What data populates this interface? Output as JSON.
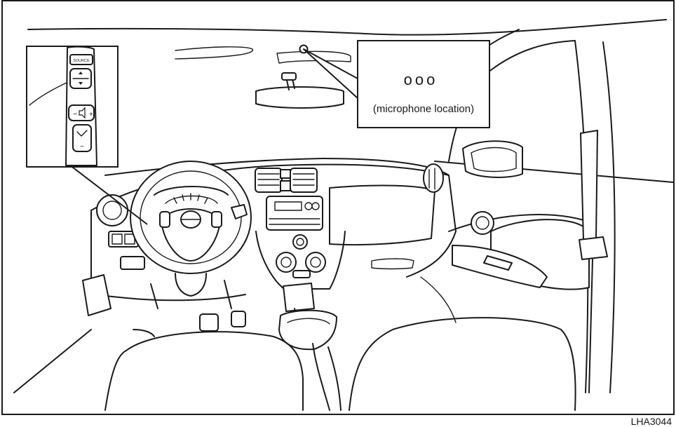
{
  "callout": {
    "dots": "ooo",
    "caption": "(microphone location)"
  },
  "inset": {
    "source_label": "SOURCE",
    "volume_minus": "−",
    "volume_plus": "+",
    "talk_minus": "−"
  },
  "figure_id": "LHA3044"
}
